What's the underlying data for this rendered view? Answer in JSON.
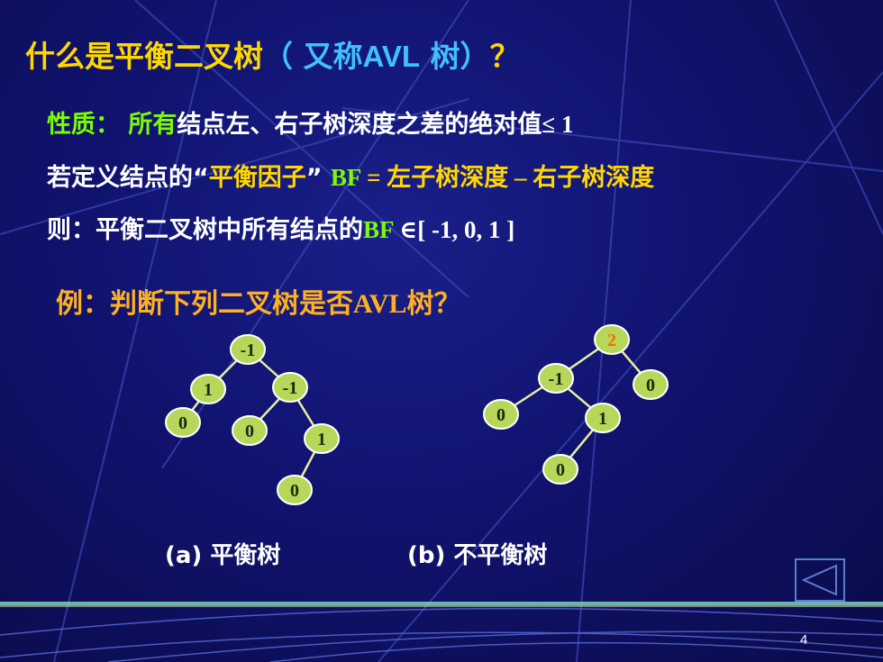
{
  "title": {
    "part1": "什么是平衡二叉树",
    "part2": "（ 又称",
    "part3": "AVL",
    "part4": " 树）",
    "part5": "？"
  },
  "line1": {
    "label": "性质：",
    "gap": "  ",
    "t1": "所有",
    "t2": "结点左、右子树深度之差的绝对值",
    "t3": "≤ 1"
  },
  "line2": {
    "t1": "若定义结点的“",
    "t2": "平衡因子",
    "t3": "”  ",
    "t4": "BF",
    "t5": " = ",
    "t6": "左子树深度",
    "t7": " – ",
    "t8": "右子树深度"
  },
  "line3": {
    "t1": "则：平衡二叉树中所有结点的",
    "t2": "BF",
    "t3": " ∈[ -1, 0, 1 ]"
  },
  "example": {
    "t1": "例：判断下列二叉树是否",
    "t2": "AVL",
    "t3": "树？"
  },
  "captions": {
    "a": "(a) 平衡树",
    "b": "(b) 不平衡树"
  },
  "page_number": "4",
  "colors": {
    "node_fill": "#B7D75A",
    "node_border": "#ffffff",
    "edge": "#E8F0A0",
    "highlight": "#FF6A00"
  },
  "icons": {
    "back": "back-triangle-icon"
  },
  "tree_a": {
    "nodes": [
      {
        "label": "-1"
      },
      {
        "label": "1"
      },
      {
        "label": "-1"
      },
      {
        "label": "0"
      },
      {
        "label": "0"
      },
      {
        "label": "1"
      },
      {
        "label": "0"
      }
    ]
  },
  "tree_b": {
    "nodes": [
      {
        "label": "2",
        "highlight": true
      },
      {
        "label": "-1"
      },
      {
        "label": "0"
      },
      {
        "label": "0"
      },
      {
        "label": "1"
      },
      {
        "label": "0"
      }
    ]
  }
}
